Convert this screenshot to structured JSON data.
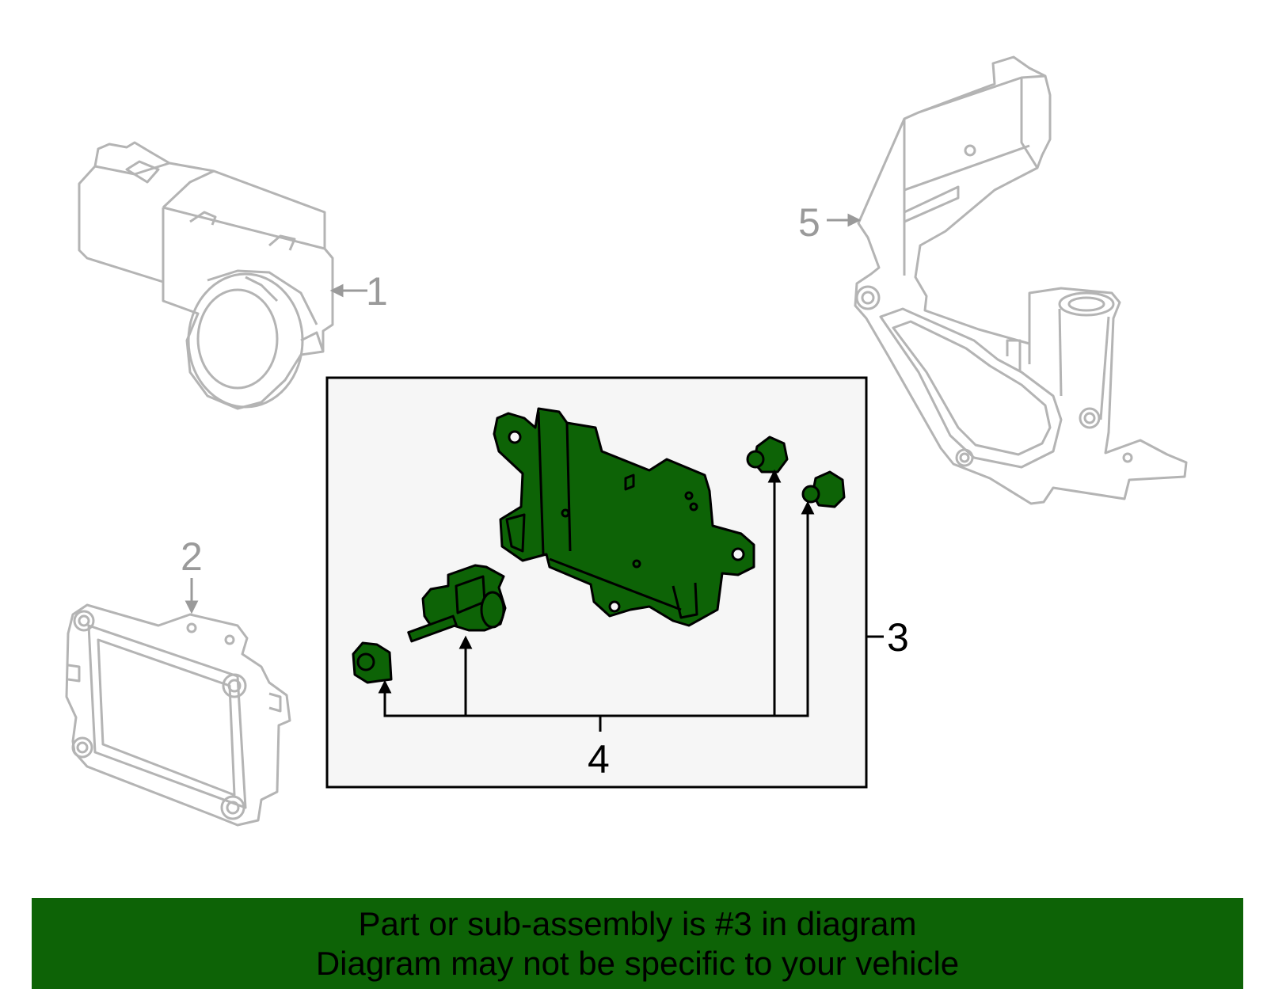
{
  "callouts": {
    "c1": "1",
    "c2": "2",
    "c3": "3",
    "c4": "4",
    "c5": "5"
  },
  "banner": {
    "line1": "Part or sub-assembly is #3 in diagram",
    "line2": "Diagram may not be specific to your vehicle"
  },
  "colors": {
    "highlight_fill": "#0d6306",
    "ghost_stroke": "#b4b4b4",
    "banner_bg": "#0d6306",
    "inset_bg": "#f6f6f6"
  }
}
